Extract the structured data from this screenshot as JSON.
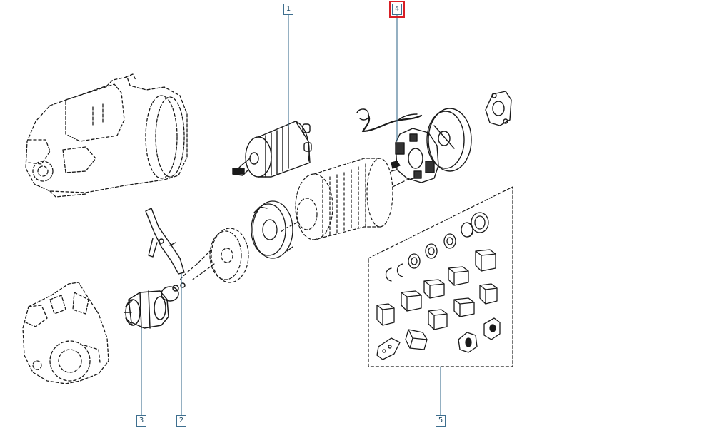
{
  "callouts": [
    {
      "id": "1",
      "label": "1",
      "highlighted": false
    },
    {
      "id": "2",
      "label": "2",
      "highlighted": false
    },
    {
      "id": "3",
      "label": "3",
      "highlighted": false
    },
    {
      "id": "4",
      "label": "4",
      "highlighted": true
    },
    {
      "id": "5",
      "label": "5",
      "highlighted": false
    }
  ],
  "colors": {
    "line": "#1a1a1a",
    "leader": "#3e6f8f",
    "callout_text": "#1f4b66",
    "highlight": "#d81f26",
    "background": "#ffffff"
  }
}
